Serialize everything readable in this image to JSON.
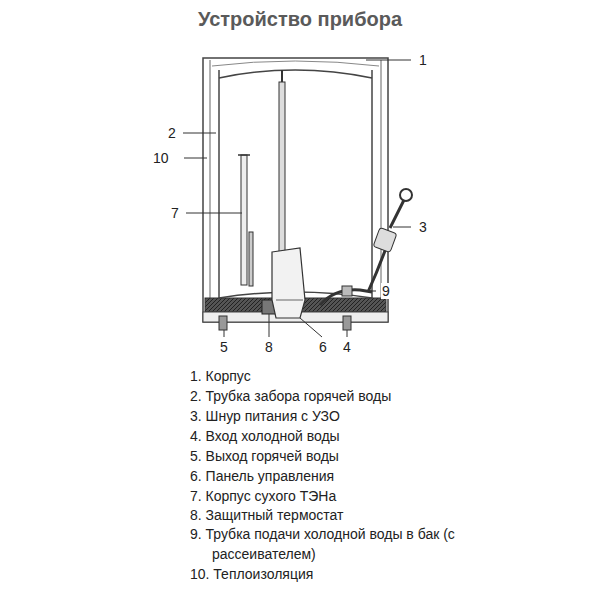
{
  "diagram": {
    "title": "Устройство прибора",
    "labels": [
      "1",
      "2",
      "10",
      "7",
      "3",
      "9",
      "5",
      "8",
      "6",
      "4",
      "1. Корпус",
      "2. Трубка забора горячей воды",
      "3. Шнур питания с УЗО",
      "4. Вход холодной воды",
      "5. Выход горячей воды",
      "6. Панель управления",
      "7. Корпус сухого ТЭНа",
      "8. Защитный термостат",
      "9. Трубка подачи холодной воды в бак (с рассеивателем)",
      "10. Теплоизоляция"
    ]
  }
}
